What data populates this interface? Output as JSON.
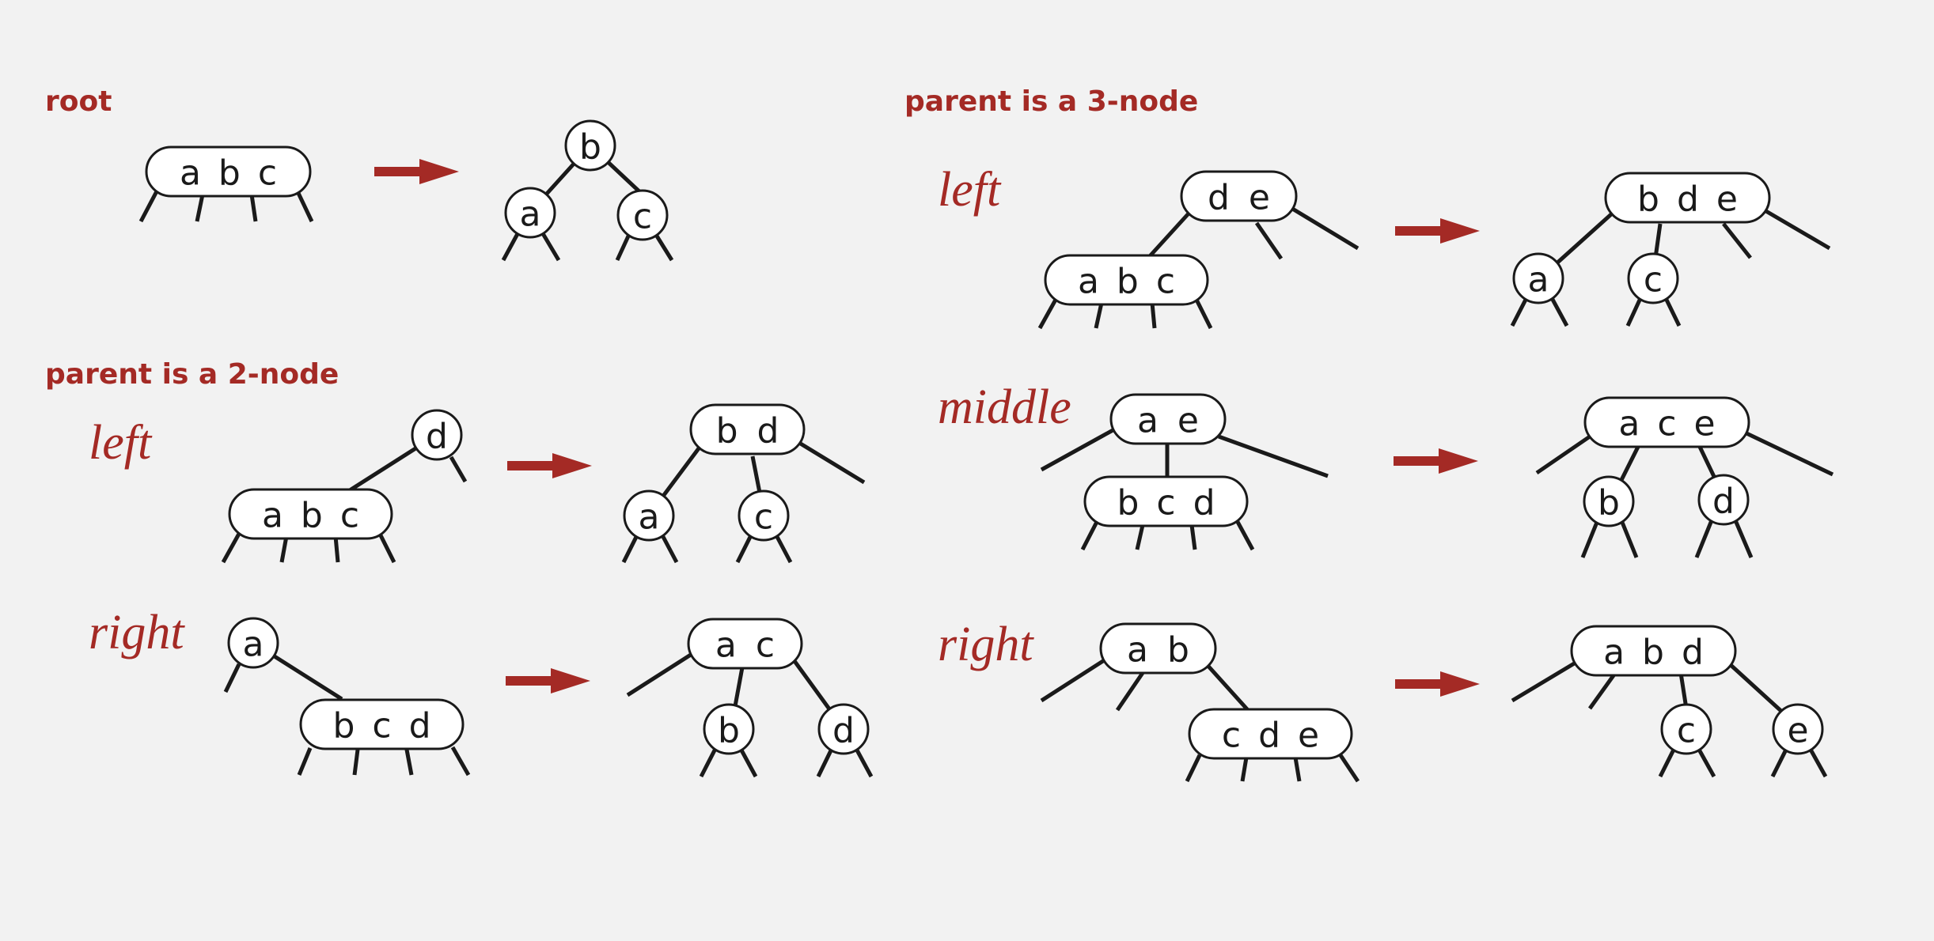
{
  "sections": {
    "root": "root",
    "parent2": "parent is a 2-node",
    "parent3": "parent is a 3-node"
  },
  "cases": {
    "p2_left": "left",
    "p2_right": "right",
    "p3_left": "left",
    "p3_middle": "middle",
    "p3_right": "right"
  },
  "nodes": {
    "root_before": "a b c",
    "root_after_b": "b",
    "root_after_a": "a",
    "root_after_c": "c",
    "p2l_before_parent": "d",
    "p2l_before_child": "a b c",
    "p2l_after_parent": "b d",
    "p2l_after_a": "a",
    "p2l_after_c": "c",
    "p2r_before_parent": "a",
    "p2r_before_child": "b c d",
    "p2r_after_parent": "a c",
    "p2r_after_b": "b",
    "p2r_after_d": "d",
    "p3l_before_parent": "d e",
    "p3l_before_child": "a b c",
    "p3l_after_parent": "b d e",
    "p3l_after_a": "a",
    "p3l_after_c": "c",
    "p3m_before_parent": "a e",
    "p3m_before_child": "b c d",
    "p3m_after_parent": "a c e",
    "p3m_after_b": "b",
    "p3m_after_d": "d",
    "p3r_before_parent": "a b",
    "p3r_before_child": "c d e",
    "p3r_after_parent": "a b d",
    "p3r_after_c": "c",
    "p3r_after_e": "e"
  },
  "colors": {
    "accent": "#a42a25",
    "ink": "#1a1a1a",
    "node_fill": "#ffffff",
    "background": "#f2f2f2"
  }
}
